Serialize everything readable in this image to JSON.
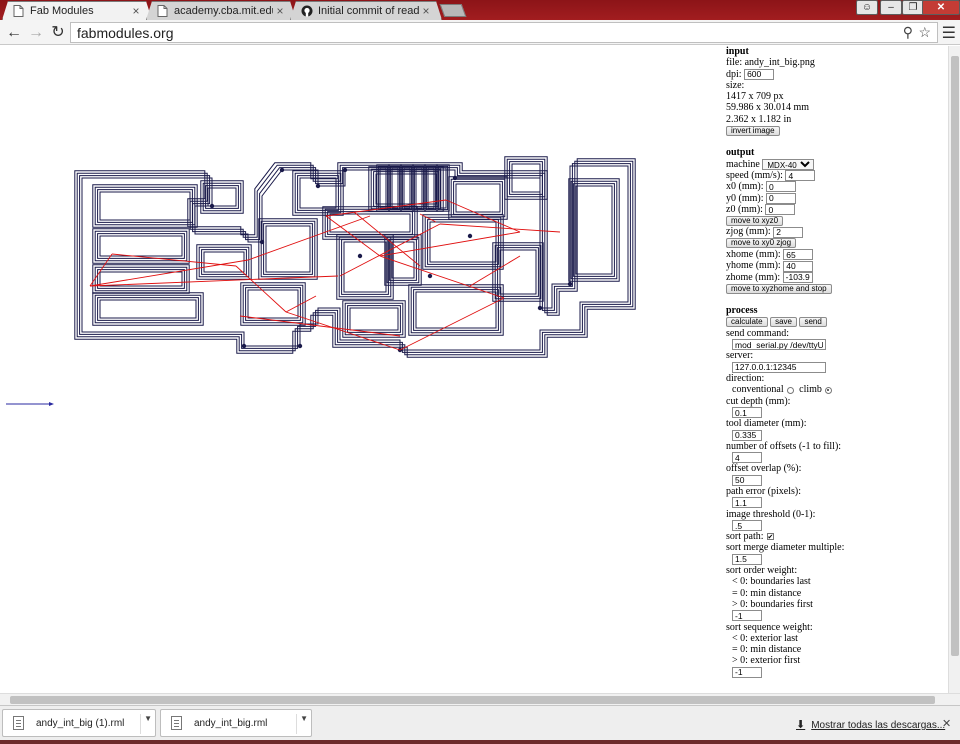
{
  "browser": {
    "tabs": [
      {
        "title": "Fab Modules",
        "active": true,
        "icon": "page-icon"
      },
      {
        "title": "academy.cba.mit.edu/class",
        "active": false,
        "icon": "page-icon"
      },
      {
        "title": "Initial commit of readme, a",
        "active": false,
        "icon": "github-icon"
      }
    ],
    "url": "fabmodules.org"
  },
  "panel": {
    "input": {
      "heading": "input",
      "file_label": "file:",
      "file_value": "andy_int_big.png",
      "dpi_label": "dpi:",
      "dpi_value": "600",
      "size_label": "size:",
      "size_px": "1417 x 709 px",
      "size_mm": "59.986 x 30.014 mm",
      "size_in": "2.362 x 1.182 in",
      "invert_label": "invert image"
    },
    "output": {
      "heading": "output",
      "machine_label": "machine",
      "machine_value": "MDX-40",
      "speed_label": "speed (mm/s):",
      "speed_value": "4",
      "x0_label": "x0 (mm):",
      "x0_value": "0",
      "y0_label": "y0 (mm):",
      "y0_value": "0",
      "z0_label": "z0 (mm):",
      "z0_value": "0",
      "move_xyz_label": "move to xyz0",
      "zjog_label": "zjog (mm):",
      "zjog_value": "2",
      "move_xy_zjog_label": "move to xy0 zjog",
      "xhome_label": "xhome (mm):",
      "xhome_value": "65",
      "yhome_label": "yhome (mm):",
      "yhome_value": "40",
      "zhome_label": "zhome (mm):",
      "zhome_value": "-103.9",
      "move_home_label": "move to xyzhome and stop"
    },
    "process": {
      "heading": "process",
      "calculate_label": "calculate",
      "save_label": "save",
      "send_label": "send",
      "send_command_label": "send command:",
      "send_command_value": "mod_serial.py /dev/ttyUSB",
      "server_label": "server:",
      "server_value": "127.0.0.1:12345",
      "direction_label": "direction:",
      "conventional_label": "conventional",
      "climb_label": "climb",
      "cut_depth_label": "cut depth (mm):",
      "cut_depth_value": "0.1",
      "tool_diameter_label": "tool diameter (mm):",
      "tool_diameter_value": "0.335",
      "offsets_label": "number of offsets (-1 to fill):",
      "offsets_value": "4",
      "overlap_label": "offset overlap (%):",
      "overlap_value": "50",
      "path_error_label": "path error (pixels):",
      "path_error_value": "1.1",
      "threshold_label": "image threshold (0-1):",
      "threshold_value": ".5",
      "sort_path_label": "sort path:",
      "merge_label": "sort merge diameter multiple:",
      "merge_value": "1.5",
      "order_label": "sort order weight:",
      "order_lines": [
        "< 0: boundaries last",
        "= 0: min distance",
        "> 0: boundaries first"
      ],
      "order_value": "-1",
      "sequence_label": "sort sequence weight:",
      "sequence_lines": [
        "< 0: exterior last",
        "= 0: min distance",
        "> 0: exterior first"
      ],
      "sequence_value": "-1"
    }
  },
  "downloads": {
    "items": [
      {
        "name": "andy_int_big (1).rml"
      },
      {
        "name": "andy_int_big.rml"
      }
    ],
    "show_all_label": "Mostrar todas las descargas..."
  },
  "colors": {
    "titlebar": "#a21d1f",
    "toolpath": "#1a1a4a",
    "rapid_move": "#e01010",
    "axis": "#2a2aa0"
  }
}
